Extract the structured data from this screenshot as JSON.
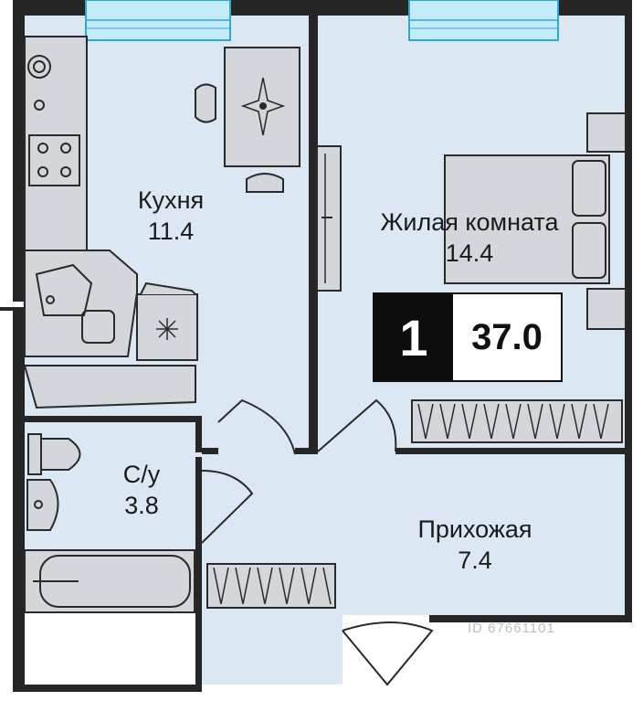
{
  "rooms": {
    "kitchen": {
      "name": "Кухня",
      "area": "11.4"
    },
    "living": {
      "name": "Жилая комната",
      "area": "14.4"
    },
    "bathroom": {
      "name": "С/у",
      "area": "3.8"
    },
    "hallway": {
      "name": "Прихожая",
      "area": "7.4"
    }
  },
  "summary": {
    "room_count": "1",
    "total_area": "37.0"
  },
  "watermark": "ID 67661101",
  "colors": {
    "floor": "#dbe8f3",
    "wall": "#262626",
    "furniture": "#d3d6da",
    "window": "#c4ecf8"
  }
}
